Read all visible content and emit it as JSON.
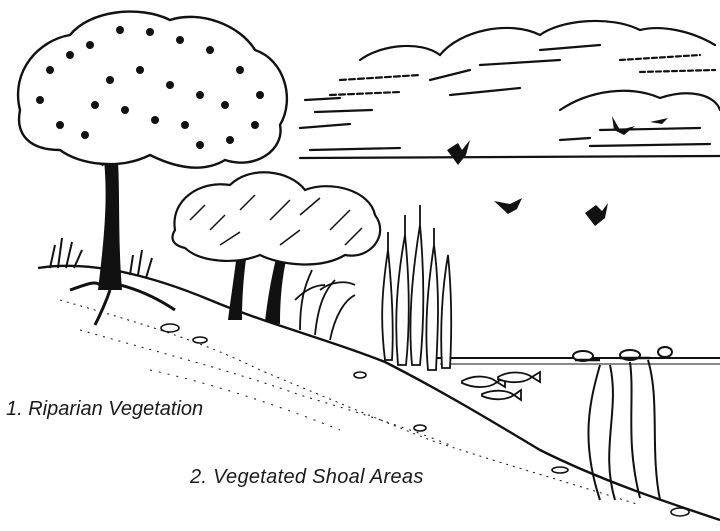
{
  "labels": {
    "riparian": "1. Riparian Vegetation",
    "shoal": "2. Vegetated Shoal Areas"
  },
  "colors": {
    "ink": "#111111",
    "paper": "#ffffff"
  },
  "icons": [
    "tree",
    "shrub",
    "cattail",
    "bird",
    "fish",
    "cloud",
    "water-lily"
  ]
}
